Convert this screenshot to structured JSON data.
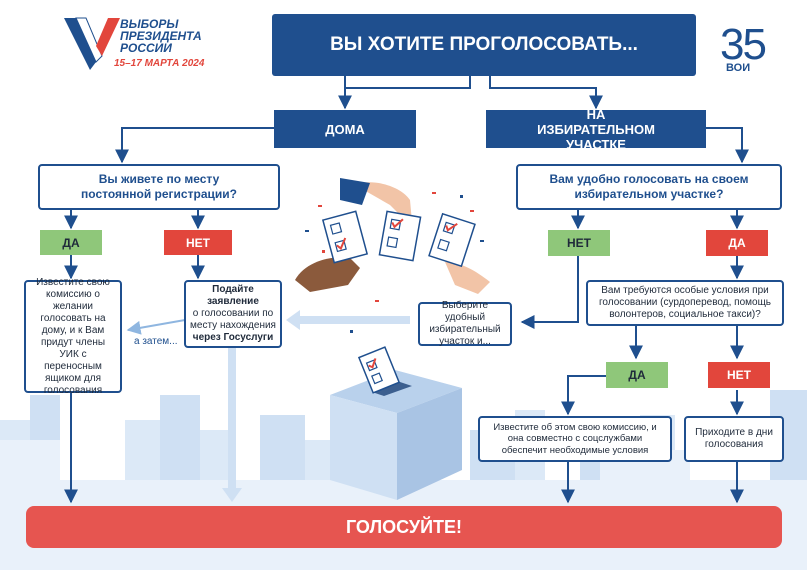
{
  "logo": {
    "line1": "ВЫБОРЫ",
    "line2": "ПРЕЗИДЕНТА",
    "line3": "РОССИИ",
    "dates": "15–17 МАРТА 2024"
  },
  "badge": {
    "number": "35",
    "letters": "ВОИ"
  },
  "title": "ВЫ ХОТИТЕ ПРОГОЛОСОВАТЬ...",
  "home": {
    "label": "ДОМА",
    "question": "Вы живете по месту постоянной регистрации?",
    "yes_label": "ДА",
    "no_label": "НЕТ",
    "yes_text": "Известите свою комиссию о желании голосовать на дому, и к Вам придут члены УИК с переносным ящиком для голосования",
    "no_text_1": "Подайте заявление",
    "no_text_2": "о голосовании по месту нахождения",
    "no_text_3": "через Госуслуги",
    "then_label": "а затем..."
  },
  "station": {
    "label": "НА ИЗБИРАТЕЛЬНОМ УЧАСТКЕ",
    "question": "Вам удобно голосовать на своем избирательном участке?",
    "no_label": "НЕТ",
    "yes_label": "ДА",
    "choose_text": "Выберите удобный избирательный участок и...",
    "special_question": "Вам требуются особые условия при голосовании (сурдоперевод, помощь волонтеров, социальное такси)?",
    "special_yes_label": "ДА",
    "special_no_label": "НЕТ",
    "special_yes_text": "Известите об этом свою комиссию, и она совместно с соцслужбами обеспечит необходимые условия",
    "special_no_text": "Приходите в дни голосования"
  },
  "final": "ГОЛОСУЙТЕ!",
  "colors": {
    "navy": "#1f4f8e",
    "green": "#8fc77a",
    "red": "#e2463c",
    "final_red": "#e65550"
  }
}
